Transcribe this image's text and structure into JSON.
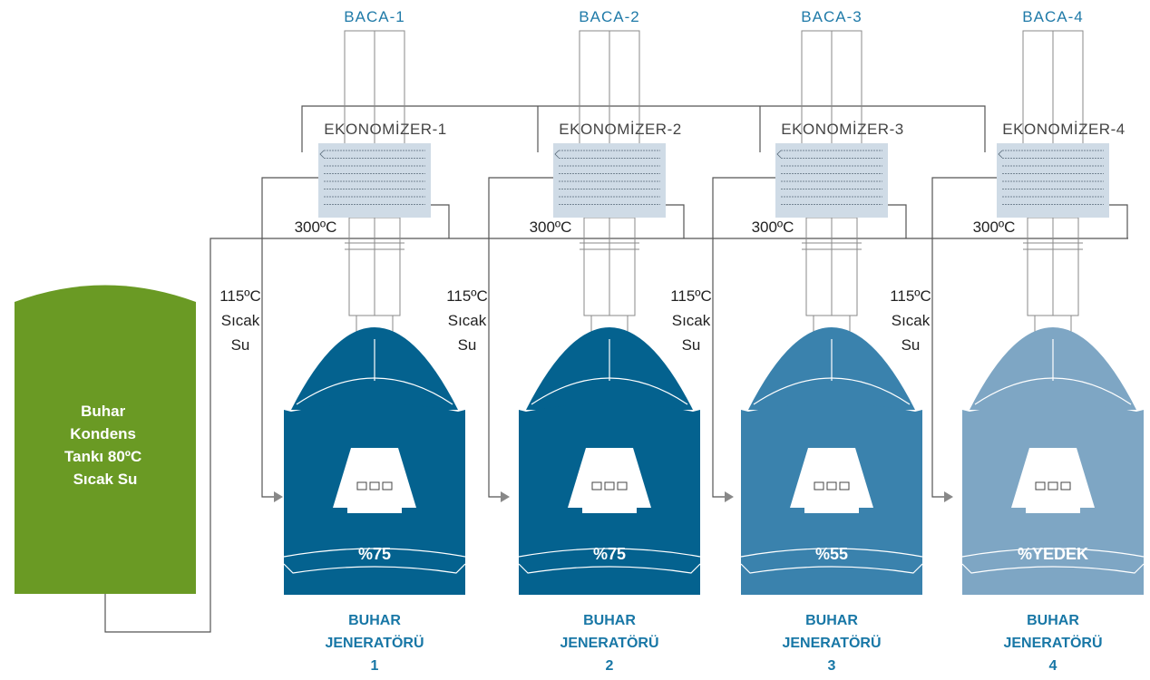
{
  "tank": {
    "lines": [
      "Buhar",
      "Kondens",
      "Tankı 80ºC",
      "Sıcak Su"
    ],
    "color": "#6a9a24"
  },
  "units": [
    {
      "chimney": "BACA-1",
      "economizer": "EKONOMİZER-1",
      "temperature": "300ºC",
      "hot_water": [
        "115ºC",
        "Sıcak",
        "Su"
      ],
      "load": "%75",
      "label": [
        "BUHAR",
        "JENERATÖRÜ",
        "1"
      ],
      "color": "#04628f"
    },
    {
      "chimney": "BACA-2",
      "economizer": "EKONOMİZER-2",
      "temperature": "300ºC",
      "hot_water": [
        "115ºC",
        "Sıcak",
        "Su"
      ],
      "load": "%75",
      "label": [
        "BUHAR",
        "JENERATÖRÜ",
        "2"
      ],
      "color": "#04628f"
    },
    {
      "chimney": "BACA-3",
      "economizer": "EKONOMİZER-3",
      "temperature": "300ºC",
      "hot_water": [
        "115ºC",
        "Sıcak",
        "Su"
      ],
      "load": "%55",
      "label": [
        "BUHAR",
        "JENERATÖRÜ",
        "3"
      ],
      "color": "#3a82ad"
    },
    {
      "chimney": "BACA-4",
      "economizer": "EKONOMİZER-4",
      "temperature": "300ºC",
      "hot_water": [
        "115ºC",
        "Sıcak",
        "Su"
      ],
      "load": "%YEDEK",
      "label": [
        "BUHAR",
        "JENERATÖRÜ",
        "4"
      ],
      "color": "#7ea6c4"
    }
  ],
  "colors": {
    "chimney_label": "#1f7aa8",
    "economizer_fill": "#cfdbe6",
    "pipe": "#555555",
    "generator_label": "#1877a6"
  }
}
